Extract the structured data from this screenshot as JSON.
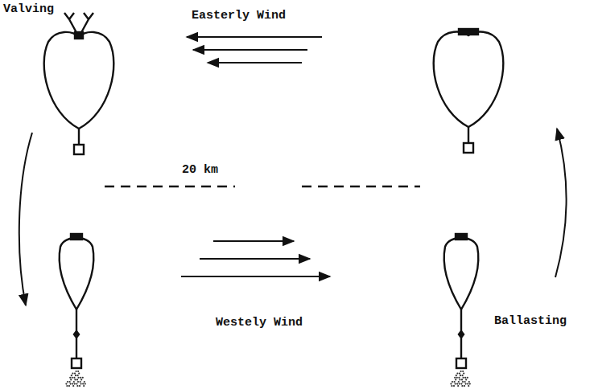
{
  "diagram": {
    "labels": [
      "Valving",
      "Easterly Wind",
      "20 km",
      "Westely Wind",
      "Ballasting"
    ]
  }
}
